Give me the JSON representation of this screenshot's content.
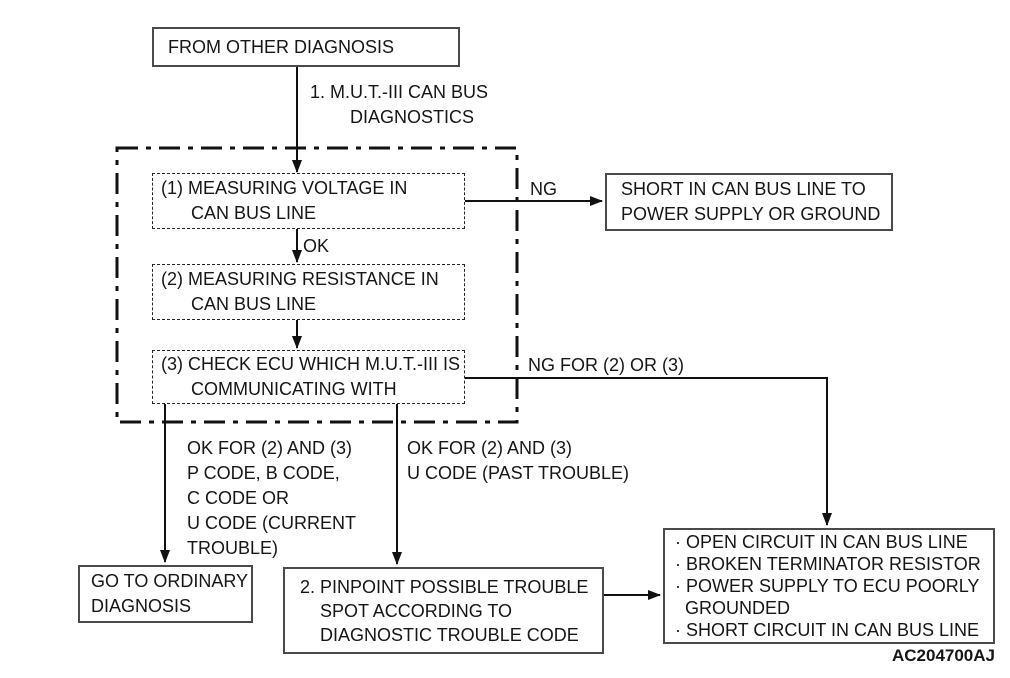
{
  "figure": {
    "code": "AC204700AJ"
  },
  "nodes": {
    "start": "FROM OTHER DIAGNOSIS",
    "voltage_check": "(1) MEASURING VOLTAGE IN\n      CAN BUS LINE",
    "resistance_check": "(2) MEASURING RESISTANCE IN\n      CAN BUS LINE",
    "ecu_check": "(3) CHECK ECU WHICH M.U.T.-III IS\n      COMMUNICATING WITH",
    "short_to_power": "SHORT IN CAN BUS LINE TO\nPOWER SUPPLY OR GROUND",
    "ordinary_diagnosis": "GO TO ORDINARY\nDIAGNOSIS",
    "pinpoint": "2. PINPOINT POSSIBLE TROUBLE\n    SPOT ACCORDING TO\n    DIAGNOSTIC TROUBLE CODE",
    "causes": "· OPEN CIRCUIT IN CAN BUS LINE\n· BROKEN TERMINATOR RESISTOR\n· POWER SUPPLY TO ECU POORLY\n  GROUNDED\n· SHORT CIRCUIT IN CAN BUS LINE"
  },
  "edge_labels": {
    "mut3_diagnostics": "1. M.U.T.-III CAN BUS\n        DIAGNOSTICS",
    "ng": "NG",
    "ok": "OK",
    "ng_for_2_or_3": "NG FOR (2) OR (3)",
    "ok_current_trouble": "OK FOR (2) AND (3)\nP CODE, B CODE,\nC CODE OR\nU CODE (CURRENT\nTROUBLE)",
    "ok_past_trouble": "OK FOR (2) AND (3)\nU CODE (PAST TROUBLE)"
  },
  "colors": {
    "line": "#111111",
    "solid_border": "#4a4a4a",
    "dashed_border": "#262626",
    "background": "#ffffff"
  }
}
